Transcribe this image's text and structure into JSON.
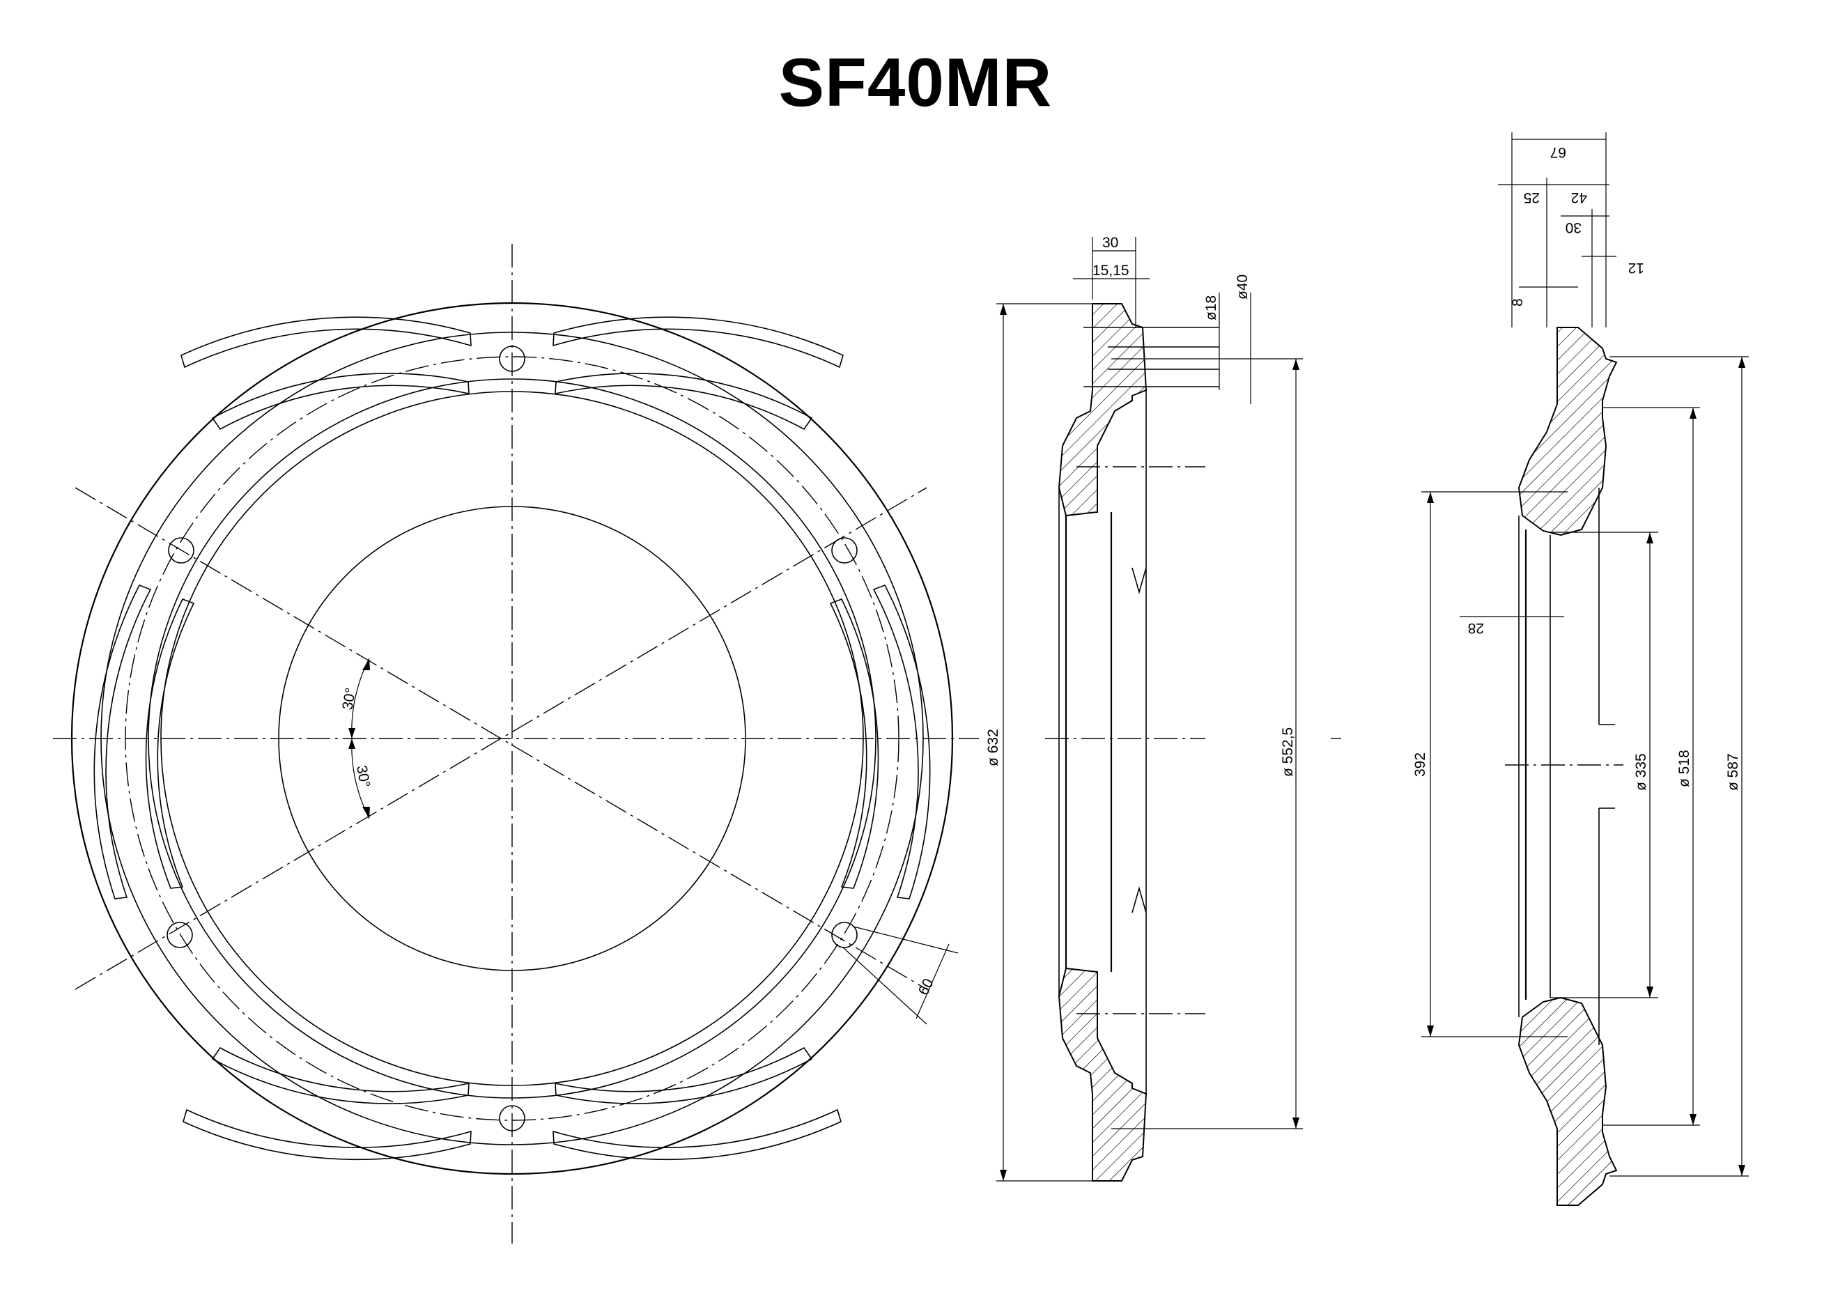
{
  "title": "SF40MR",
  "front_view": {
    "angle_1": "30°",
    "angle_2": "30°",
    "hole_dim": "60"
  },
  "section_a": {
    "dim_width": "30",
    "dim_width_split": "15,15",
    "dim_hole_small": "ø18",
    "dim_hole_large": "ø40",
    "dim_outer_dia": "ø 632",
    "dim_bolt_dia": "ø 552,5"
  },
  "section_b": {
    "dim_total": "67",
    "dim_25": "25",
    "dim_42": "42",
    "dim_30": "30",
    "dim_12": "12",
    "dim_8": "8",
    "dim_28": "28",
    "dim_392": "392",
    "dim_335": "ø 335",
    "dim_518": "ø 518",
    "dim_587": "ø 587"
  }
}
